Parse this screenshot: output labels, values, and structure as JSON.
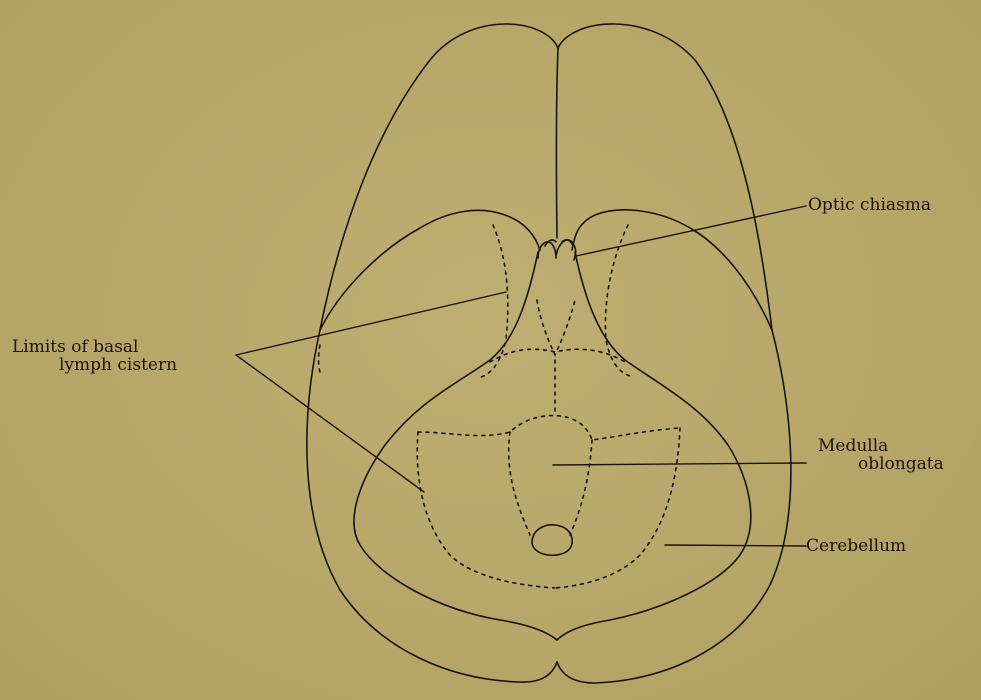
{
  "figure": {
    "background": "#b9a96c",
    "ink": "#1a1410",
    "labels": {
      "optic_chiasma": "Optic chiasma",
      "limits_line1": "Limits of basal",
      "limits_line2": "lymph cistern",
      "medulla_line1": "Medulla",
      "medulla_line2": "oblongata",
      "cerebellum": "Cerebellum"
    }
  }
}
